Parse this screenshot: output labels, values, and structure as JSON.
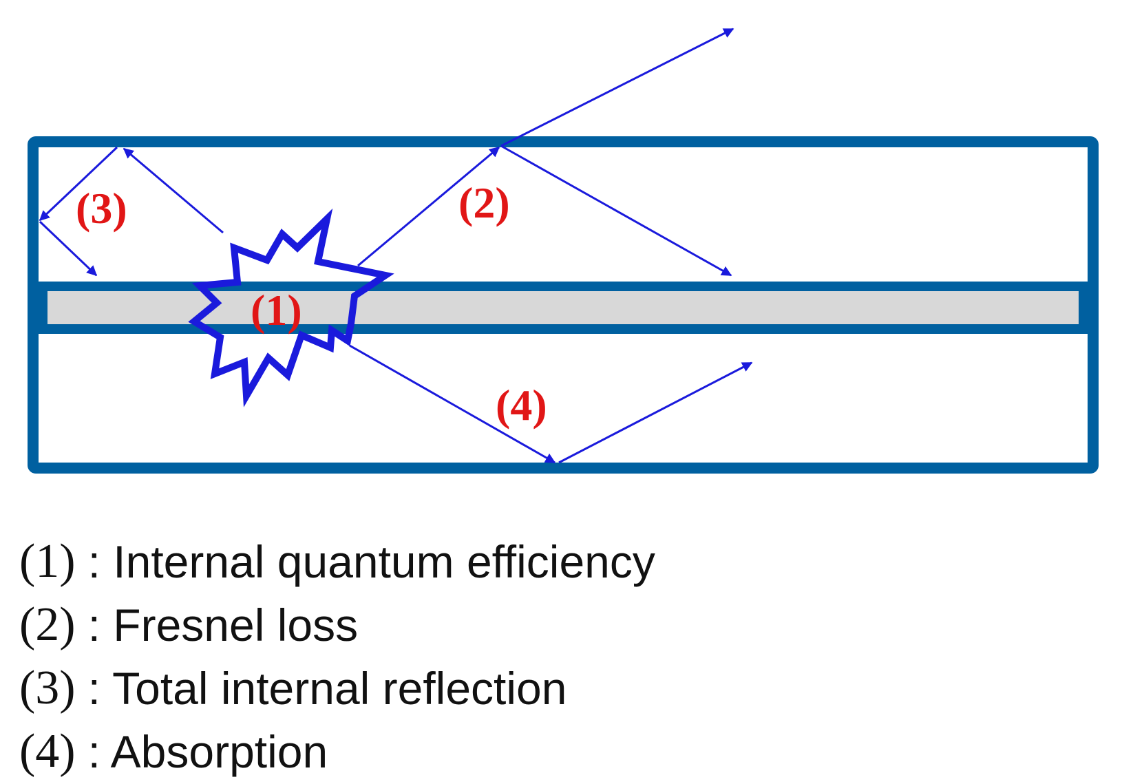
{
  "colors": {
    "device_outline": "#0060a0",
    "ray": "#1a1adc",
    "active_layer_fill": "#d8d8d8",
    "marker_text": "#e11616",
    "legend_text": "#111111"
  },
  "markers": {
    "m1": "(1)",
    "m2": "(2)",
    "m3": "(3)",
    "m4": "(4)"
  },
  "legend": [
    {
      "key": "(1)",
      "text": ": Internal quantum efficiency"
    },
    {
      "key": "(2)",
      "text": ": Fresnel loss"
    },
    {
      "key": "(3)",
      "text": ": Total internal reflection"
    },
    {
      "key": "(4)",
      "text": ": Absorption"
    }
  ]
}
